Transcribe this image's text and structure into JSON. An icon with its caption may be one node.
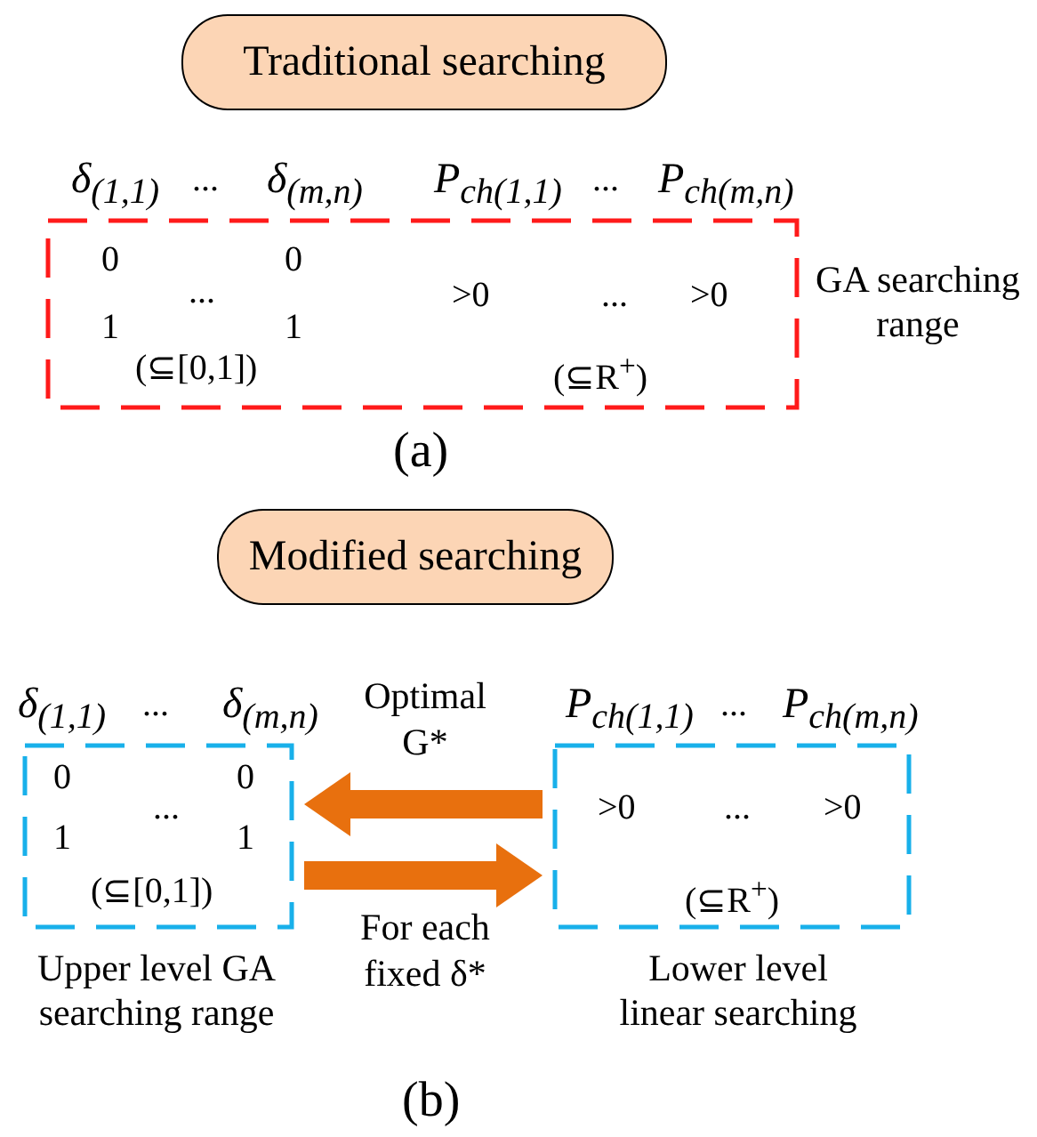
{
  "diagram": {
    "nodes": [
      {
        "text": [
          "Traditional searching"
        ]
      },
      {
        "text": [
          "0",
          "1",
          "...",
          "0",
          "1",
          ">0",
          "...",
          ">0",
          "(⊆[0,1])",
          "(⊆R$^{+}$)"
        ],
        "beside": [
          "GA searching range"
        ]
      },
      {
        "text": [
          "Modified searching"
        ]
      },
      {
        "text": [
          "0",
          "1",
          "...",
          "0",
          "1",
          "(⊆[0,1])"
        ],
        "beside": [
          "Upper level GA searching range"
        ]
      },
      {
        "text": [
          ">0",
          "...",
          ">0",
          "(⊆R$^{+}$)"
        ],
        "beside": [
          "Lower level linear searching"
        ]
      }
    ],
    "edges": [
      {
        "from": 4,
        "to": 3,
        "arrow": "to",
        "label": "Optimal G*",
        "color": "#e8700e"
      },
      {
        "from": 3,
        "to": 4,
        "arrow": "to",
        "label": "For each fixed δ*",
        "color": "#e8700e"
      }
    ],
    "labels": [
      "δ$_{(1,1)}$",
      "...",
      "δ$_{(m,n)}$",
      "P$_{ch(1,1)}$",
      "...",
      "P$_{ch(m,n)}$",
      "(a)",
      "δ$_{(1,1)}$",
      "...",
      "δ$_{(m,n)}$",
      "P$_{ch(1,1)}$",
      "...",
      "P$_{ch(m,n)}$",
      "(b)"
    ]
  }
}
